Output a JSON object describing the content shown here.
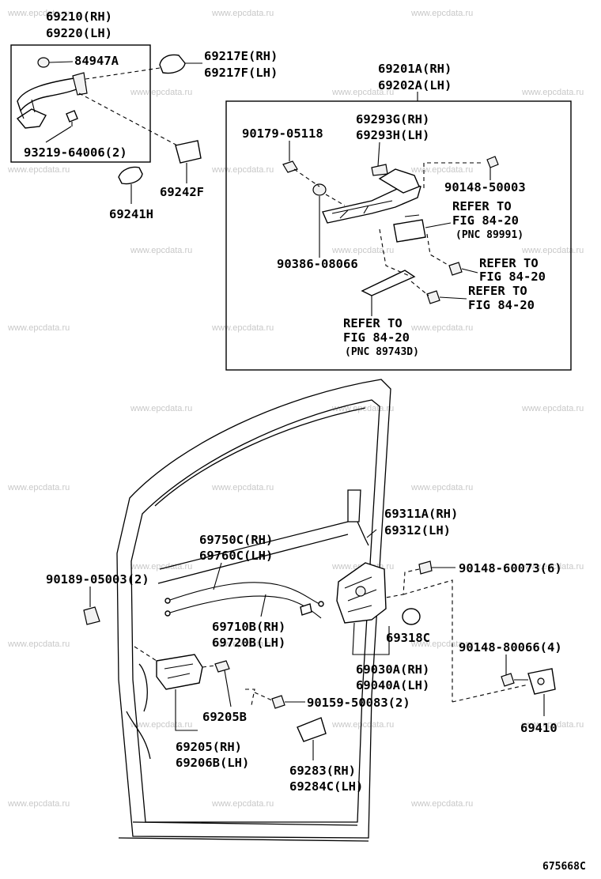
{
  "watermark": "www.epcdata.ru",
  "figure_code": "675668C",
  "labels": {
    "p69210": "69210(RH)",
    "p69220": "69220(LH)",
    "p84947a": "84947A",
    "p69217e": "69217E(RH)",
    "p69217f": "69217F(LH)",
    "p93219": "93219-64006(2)",
    "p69242f": "69242F",
    "p69241h": "69241H",
    "p69201a": "69201A(RH)",
    "p69202a": "69202A(LH)",
    "p90179": "90179-05118",
    "p69293g": "69293G(RH)",
    "p69293h": "69293H(LH)",
    "p90148_50003": "90148-50003",
    "ref1_a": "REFER TO",
    "ref1_b": "FIG 84-20",
    "ref1_c": "(PNC 89991)",
    "p90386": "90386-08066",
    "ref2_a": "REFER TO",
    "ref2_b": "FIG 84-20",
    "ref3_a": "REFER TO",
    "ref3_b": "FIG 84-20",
    "ref4_a": "REFER TO",
    "ref4_b": "FIG 84-20",
    "ref4_c": "(PNC 89743D)",
    "p69311a": "69311A(RH)",
    "p69312": "69312(LH)",
    "p69750c": "69750C(RH)",
    "p69760c": "69760C(LH)",
    "p90189": "90189-05003(2)",
    "p90148_60073": "90148-60073(6)",
    "p69710b": "69710B(RH)",
    "p69720b": "69720B(LH)",
    "p69318c": "69318C",
    "p90148_80066": "90148-80066(4)",
    "p69030a": "69030A(RH)",
    "p69040a": "69040A(LH)",
    "p69205b": "69205B",
    "p90159": "90159-50083(2)",
    "p69410": "69410",
    "p69205": "69205(RH)",
    "p69206b": "69206B(LH)",
    "p69283": "69283(RH)",
    "p69284c": "69284C(LH)"
  }
}
